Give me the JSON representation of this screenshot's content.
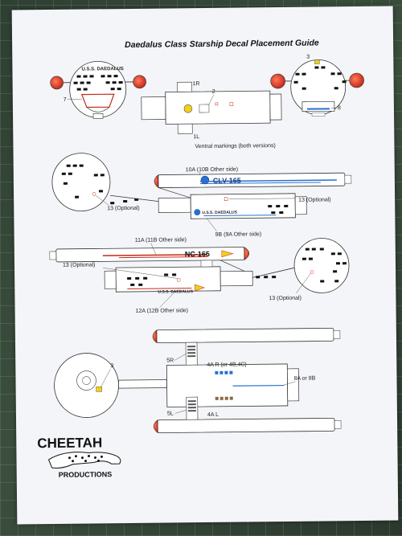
{
  "title": "Daedalus Class Starship Decal Placement Guide",
  "labels": {
    "uss_daedalus": "U.S.S. DAEDALUS",
    "l7": "7",
    "l1r": "1R",
    "l2": "2",
    "l1l": "1L",
    "ventral": "Ventral markings (both versions)",
    "l3a": "3",
    "l8": "8",
    "l10a": "10A (10B Other side)",
    "clv": "CLV-165",
    "l13a": "13 (Optional)",
    "l13b": "13 (Optional)",
    "l9b": "9B (9A Other side)",
    "l11a": "11A (11B Other side)",
    "nc": "NC-165",
    "l13c": "13 (Optional)",
    "l13d": "13 (Optional)",
    "l12a": "12A (12B Other side)",
    "l3b": "3",
    "l5r": "5R",
    "l4ar": "4A R (or 4B,4C)",
    "l8ab": "8A or 8B",
    "l5l": "5L",
    "l4al": "4A L"
  },
  "logo": {
    "name": "CHEETAH",
    "sub": "PRODUCTIONS"
  },
  "colors": {
    "sheet": "#f3f5f8",
    "red": "#d63b2a",
    "blue": "#2a6fd0",
    "yellow": "#f0d020",
    "ink": "#111111"
  }
}
